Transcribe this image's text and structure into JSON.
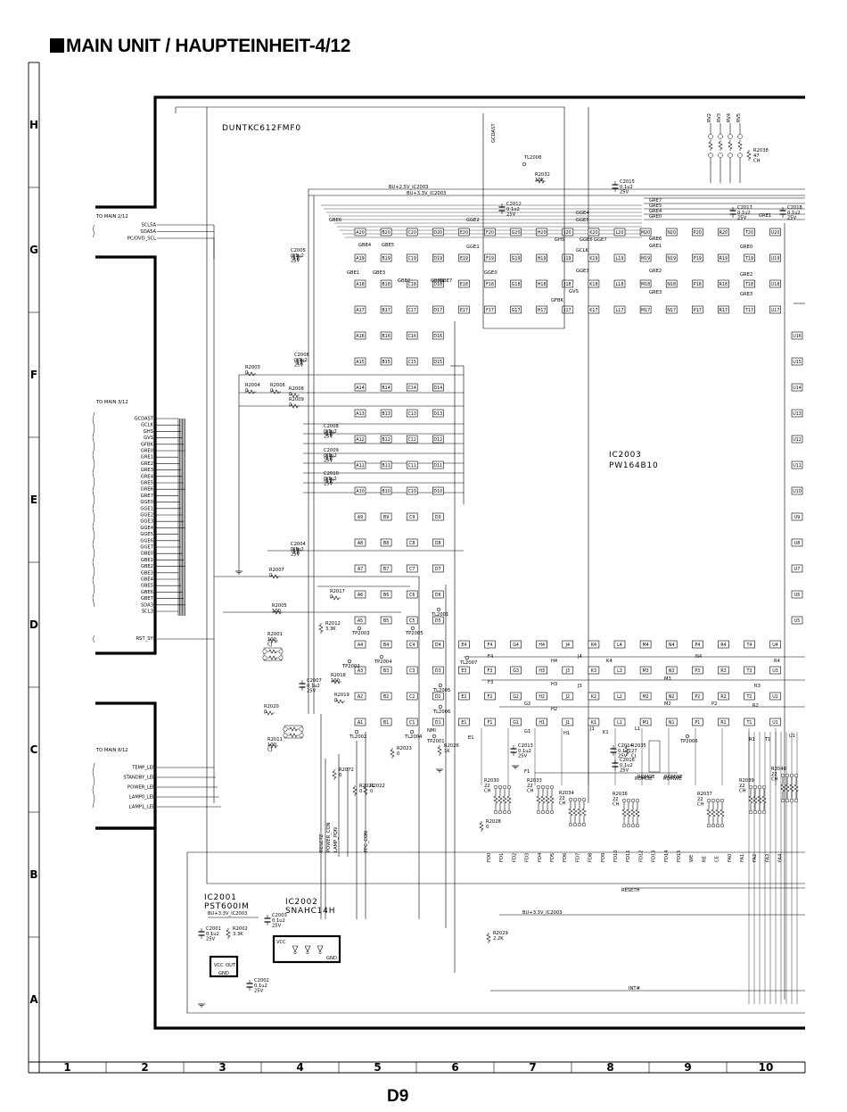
{
  "header": {
    "title": "MAIN UNIT / HAUPTEINHEIT-4/12",
    "page_code": "D9"
  },
  "row_labels": [
    "H",
    "G",
    "F",
    "E",
    "D",
    "C",
    "B",
    "A"
  ],
  "col_labels": [
    "1",
    "2",
    "3",
    "4",
    "5",
    "6",
    "7",
    "8",
    "9",
    "10"
  ],
  "module_label": "DUNTKC612FMF0",
  "connectors": [
    {
      "title": "TO MAIN 2/12",
      "signals": [
        "SCL5A",
        "SDA5A",
        "PC/DVD_SCL"
      ]
    },
    {
      "title": "TO MAIN 3/12",
      "signals": [
        "GCDAST",
        "GCLK",
        "GHS",
        "GVS",
        "GFBK",
        "GRE0",
        "GRE1",
        "GRE2",
        "GRE3",
        "GRE4",
        "GRE5",
        "GRE6",
        "GRE7",
        "GGE0",
        "GGE1",
        "GGE2",
        "GGE3",
        "GGE4",
        "GGE5",
        "GGE6",
        "GGE7",
        "GBE0",
        "GBE1",
        "GBE2",
        "GBE3",
        "GBE4",
        "GBE5",
        "GBE6",
        "GBE7",
        "SDA3",
        "SCL3"
      ]
    },
    {
      "title": "",
      "signals": [
        "RST_SYS"
      ]
    },
    {
      "title": "TO MAIN 8/12",
      "signals": [
        "TEMP_LED",
        "STANDBY_LED",
        "POWER_LED",
        "LAMP0_LED",
        "LAMP1_LED"
      ]
    }
  ],
  "ic2003": {
    "ref": "IC2003",
    "part": "PW164B10"
  },
  "ic2001": {
    "ref": "IC2001",
    "part": "PST600IM",
    "pins": [
      "VCC",
      "OUT",
      "GND"
    ]
  },
  "ic2002": {
    "ref": "IC2002",
    "part": "SNAHC14H",
    "pins": [
      "VCC",
      "GND"
    ]
  },
  "bga": {
    "rows_top": [
      "A",
      "B",
      "C",
      "D",
      "E",
      "F",
      "G",
      "H",
      "J",
      "K",
      "L",
      "M",
      "N",
      "P",
      "R",
      "T",
      "U"
    ],
    "rows_left": [
      "A",
      "B",
      "C",
      "D"
    ],
    "numbers_left": [
      20,
      19,
      18,
      17,
      16,
      15,
      14,
      13,
      12,
      11,
      10,
      9,
      8,
      7,
      6,
      5,
      4,
      3,
      2,
      1
    ]
  },
  "top_grid": {
    "rows": [
      [
        "A20",
        "B20",
        "C20",
        "D20",
        "E20",
        "F20",
        "G20",
        "H20",
        "J20",
        "K20",
        "L20",
        "M20",
        "N20",
        "P20",
        "R20",
        "T20",
        "U20"
      ],
      [
        "A19",
        "B19",
        "C19",
        "D19",
        "E19",
        "F19",
        "G19",
        "H19",
        "J19",
        "K19",
        "L19",
        "M19",
        "N19",
        "P19",
        "R19",
        "T19",
        "U19"
      ],
      [
        "A18",
        "B18",
        "C18",
        "D18",
        "E18",
        "F18",
        "G18",
        "H18",
        "J18",
        "K18",
        "L18",
        "M18",
        "N18",
        "P18",
        "R18",
        "T18",
        "U18"
      ],
      [
        "A17",
        "B17",
        "C17",
        "D17",
        "E17",
        "F17",
        "G17",
        "H17",
        "J17",
        "K17",
        "L17",
        "M17",
        "N17",
        "P17",
        "R17",
        "T17",
        "U17"
      ]
    ]
  },
  "bottom_grid": {
    "rows": [
      [
        "A4",
        "B4",
        "C4",
        "D4",
        "E4",
        "F4",
        "G4",
        "H4",
        "J4",
        "K4",
        "L4",
        "M4",
        "N4",
        "P4",
        "R4",
        "T4",
        "U4"
      ],
      [
        "A3",
        "B3",
        "C3",
        "D3",
        "E3",
        "F3",
        "G3",
        "H3",
        "J3",
        "K3",
        "L3",
        "M3",
        "N3",
        "P3",
        "R3",
        "T3",
        "U3"
      ],
      [
        "A2",
        "B2",
        "C2",
        "D2",
        "E2",
        "F2",
        "G2",
        "H2",
        "J2",
        "K2",
        "L2",
        "M2",
        "N2",
        "P2",
        "R2",
        "T2",
        "U2"
      ],
      [
        "A1",
        "B1",
        "C1",
        "D1",
        "E1",
        "F1",
        "G1",
        "H1",
        "J1",
        "K1",
        "L1",
        "M1",
        "N1",
        "P1",
        "R1",
        "T1",
        "U1"
      ]
    ]
  },
  "left_grid": {
    "rows": [
      [
        "A16",
        "B16",
        "C16",
        "D16"
      ],
      [
        "A15",
        "B15",
        "C15",
        "D15"
      ],
      [
        "A14",
        "B14",
        "C14",
        "D14"
      ],
      [
        "A13",
        "B13",
        "C13",
        "D13"
      ],
      [
        "A12",
        "B12",
        "C12",
        "D12"
      ],
      [
        "A11",
        "B11",
        "C11",
        "D11"
      ],
      [
        "A10",
        "B10",
        "C10",
        "D10"
      ],
      [
        "A9",
        "B9",
        "C9",
        "D9"
      ],
      [
        "A8",
        "B8",
        "C8",
        "D8"
      ],
      [
        "A7",
        "B7",
        "C7",
        "D7"
      ],
      [
        "A6",
        "B6",
        "C6",
        "D6"
      ],
      [
        "A5",
        "B5",
        "C5",
        "D5"
      ]
    ]
  },
  "right_grid": [
    "U16",
    "U15",
    "U14",
    "U13",
    "U12",
    "U11",
    "U10",
    "U9",
    "U8",
    "U7",
    "U6",
    "U5"
  ],
  "nets": {
    "top": [
      "BU+2.5V_IC2003",
      "BU+3.3V_IC2003"
    ],
    "misc": [
      "BU+3.3V_IC2003",
      "RESETH",
      "INT#",
      "GCDAST",
      "ROMOE",
      "ROMWE",
      "NMI",
      "RESETZ",
      "POWER_CON",
      "LAMP_PON",
      "PFC_CON"
    ]
  },
  "net_labels_top": [
    "GBE6",
    "GBE4",
    "GBE5",
    "GBE1",
    "GBE3",
    "GBE2",
    "GGE2",
    "GGE1",
    "GGE0",
    "GBE0",
    "GBE7",
    "GGE4",
    "GGE5",
    "GCLK",
    "GHS",
    "GGE6",
    "GGE3",
    "GFBK",
    "GVS",
    "GGE7",
    "GRE7",
    "GRE5",
    "GRE4",
    "GRE0",
    "GRE6",
    "GRE1",
    "GRE2",
    "GRE3",
    "GRE1",
    "GRE0",
    "GRE2",
    "GRE3"
  ],
  "top_right_bus": [
    "RV2",
    "RV3",
    "RV4",
    "RV5"
  ],
  "components": [
    {
      "ref": "C2005",
      "val": [
        "0.1u2",
        "25V"
      ]
    },
    {
      "ref": "C2012",
      "val": [
        "0.1u2",
        "25V"
      ]
    },
    {
      "ref": "R2032",
      "val": [
        "10K"
      ]
    },
    {
      "ref": "C2015",
      "val": [
        "0.1u2",
        "25V"
      ]
    },
    {
      "ref": "C2017",
      "val": [
        "0.1u2",
        "25V"
      ]
    },
    {
      "ref": "C2018",
      "val": [
        "0.1u2",
        "25V"
      ]
    },
    {
      "ref": "R2038",
      "val": [
        "47",
        "CH"
      ]
    },
    {
      "ref": "TL2008",
      "val": []
    },
    {
      "ref": "R2003",
      "val": [
        "0"
      ]
    },
    {
      "ref": "C2006",
      "val": [
        "0.1u2",
        "25V"
      ]
    },
    {
      "ref": "R2004",
      "val": [
        "0"
      ]
    },
    {
      "ref": "R2006",
      "val": [
        "0"
      ]
    },
    {
      "ref": "R2008",
      "val": [
        "0"
      ]
    },
    {
      "ref": "R2009",
      "val": [
        "0"
      ]
    },
    {
      "ref": "C2008",
      "val": [
        "0.1u2",
        "25V"
      ]
    },
    {
      "ref": "C2009",
      "val": [
        "0.1u2",
        "25V"
      ]
    },
    {
      "ref": "C2010",
      "val": [
        "0.1u2",
        "25V"
      ]
    },
    {
      "ref": "C2004",
      "val": [
        "0.1u2",
        "25V"
      ]
    },
    {
      "ref": "R2007",
      "val": [
        "0"
      ]
    },
    {
      "ref": "R2017",
      "val": [
        "0"
      ]
    },
    {
      "ref": "R2005",
      "val": [
        "100"
      ]
    },
    {
      "ref": "R2012",
      "val": [
        "3.3K"
      ]
    },
    {
      "ref": "R2001",
      "val": [
        "100",
        "CJ"
      ]
    },
    {
      "ref": "R2018",
      "val": [
        "100"
      ]
    },
    {
      "ref": "C2007",
      "val": [
        "0.1u2",
        "25V"
      ]
    },
    {
      "ref": "R2019",
      "val": [
        "0"
      ]
    },
    {
      "ref": "R2020",
      "val": [
        "0"
      ]
    },
    {
      "ref": "R2011",
      "val": [
        "100",
        "CJ"
      ]
    },
    {
      "ref": "R2072",
      "val": [
        "0"
      ]
    },
    {
      "ref": "R2021",
      "val": [
        "0"
      ]
    },
    {
      "ref": "R2022",
      "val": [
        "0"
      ]
    },
    {
      "ref": "R2023",
      "val": [
        "0"
      ]
    },
    {
      "ref": "R2026",
      "val": [
        "1K"
      ]
    },
    {
      "ref": "C2013",
      "val": [
        "0.1u2",
        "25V"
      ]
    },
    {
      "ref": "C2014",
      "val": [
        "0.1u2",
        "25V"
      ]
    },
    {
      "ref": "R2035",
      "val": [
        "27",
        "CJ"
      ]
    },
    {
      "ref": "C2016",
      "val": [
        "0.1u2",
        "25V"
      ]
    },
    {
      "ref": "R2030",
      "val": [
        "22",
        "CH"
      ]
    },
    {
      "ref": "R2033",
      "val": [
        "22",
        "CH"
      ]
    },
    {
      "ref": "R2034",
      "val": [
        "22",
        "CH"
      ]
    },
    {
      "ref": "R2036",
      "val": [
        "22",
        "CH"
      ]
    },
    {
      "ref": "R2037",
      "val": [
        "22",
        "CH"
      ]
    },
    {
      "ref": "R2039",
      "val": [
        "22",
        "CH"
      ]
    },
    {
      "ref": "R2040",
      "val": [
        "22",
        "CH"
      ]
    },
    {
      "ref": "R2028",
      "val": [
        "0"
      ]
    },
    {
      "ref": "C2001",
      "val": [
        "0.1u2",
        "25V"
      ]
    },
    {
      "ref": "R2002",
      "val": [
        "3.3K"
      ]
    },
    {
      "ref": "C2002",
      "val": [
        "0.1u2",
        "25V"
      ]
    },
    {
      "ref": "C2003",
      "val": [
        "0.1u2",
        "25V"
      ]
    },
    {
      "ref": "R2029",
      "val": [
        "2.2K"
      ]
    }
  ],
  "test_points": [
    "TP2002",
    "TP2004",
    "TP2003",
    "TP2005",
    "TP2001",
    "TP2006",
    "TL2001",
    "TL2002",
    "TL2004",
    "TL2005",
    "TL2006",
    "TL2007"
  ],
  "pin_labels_bottom": [
    "F4",
    "J4",
    "H4",
    "K4",
    "N4",
    "R4",
    "H3",
    "J3",
    "M3",
    "R3",
    "F3",
    "H2",
    "G2",
    "M2",
    "P2",
    "R2",
    "G1",
    "H1",
    "J1",
    "K1",
    "L1",
    "F1",
    "E1",
    "R1",
    "T1",
    "U1",
    "ROMWE",
    "ROMOE"
  ],
  "bus_pins": [
    "FD0",
    "FD1",
    "FD2",
    "FD3",
    "FD4",
    "FD5",
    "FD6",
    "FD7",
    "FD8",
    "FD9",
    "FD10",
    "FD11",
    "FD12",
    "FD13",
    "FD14",
    "FD15",
    "WE",
    "RE",
    "CE",
    "FA0",
    "FA1",
    "FA2",
    "FA3",
    "FA4"
  ]
}
